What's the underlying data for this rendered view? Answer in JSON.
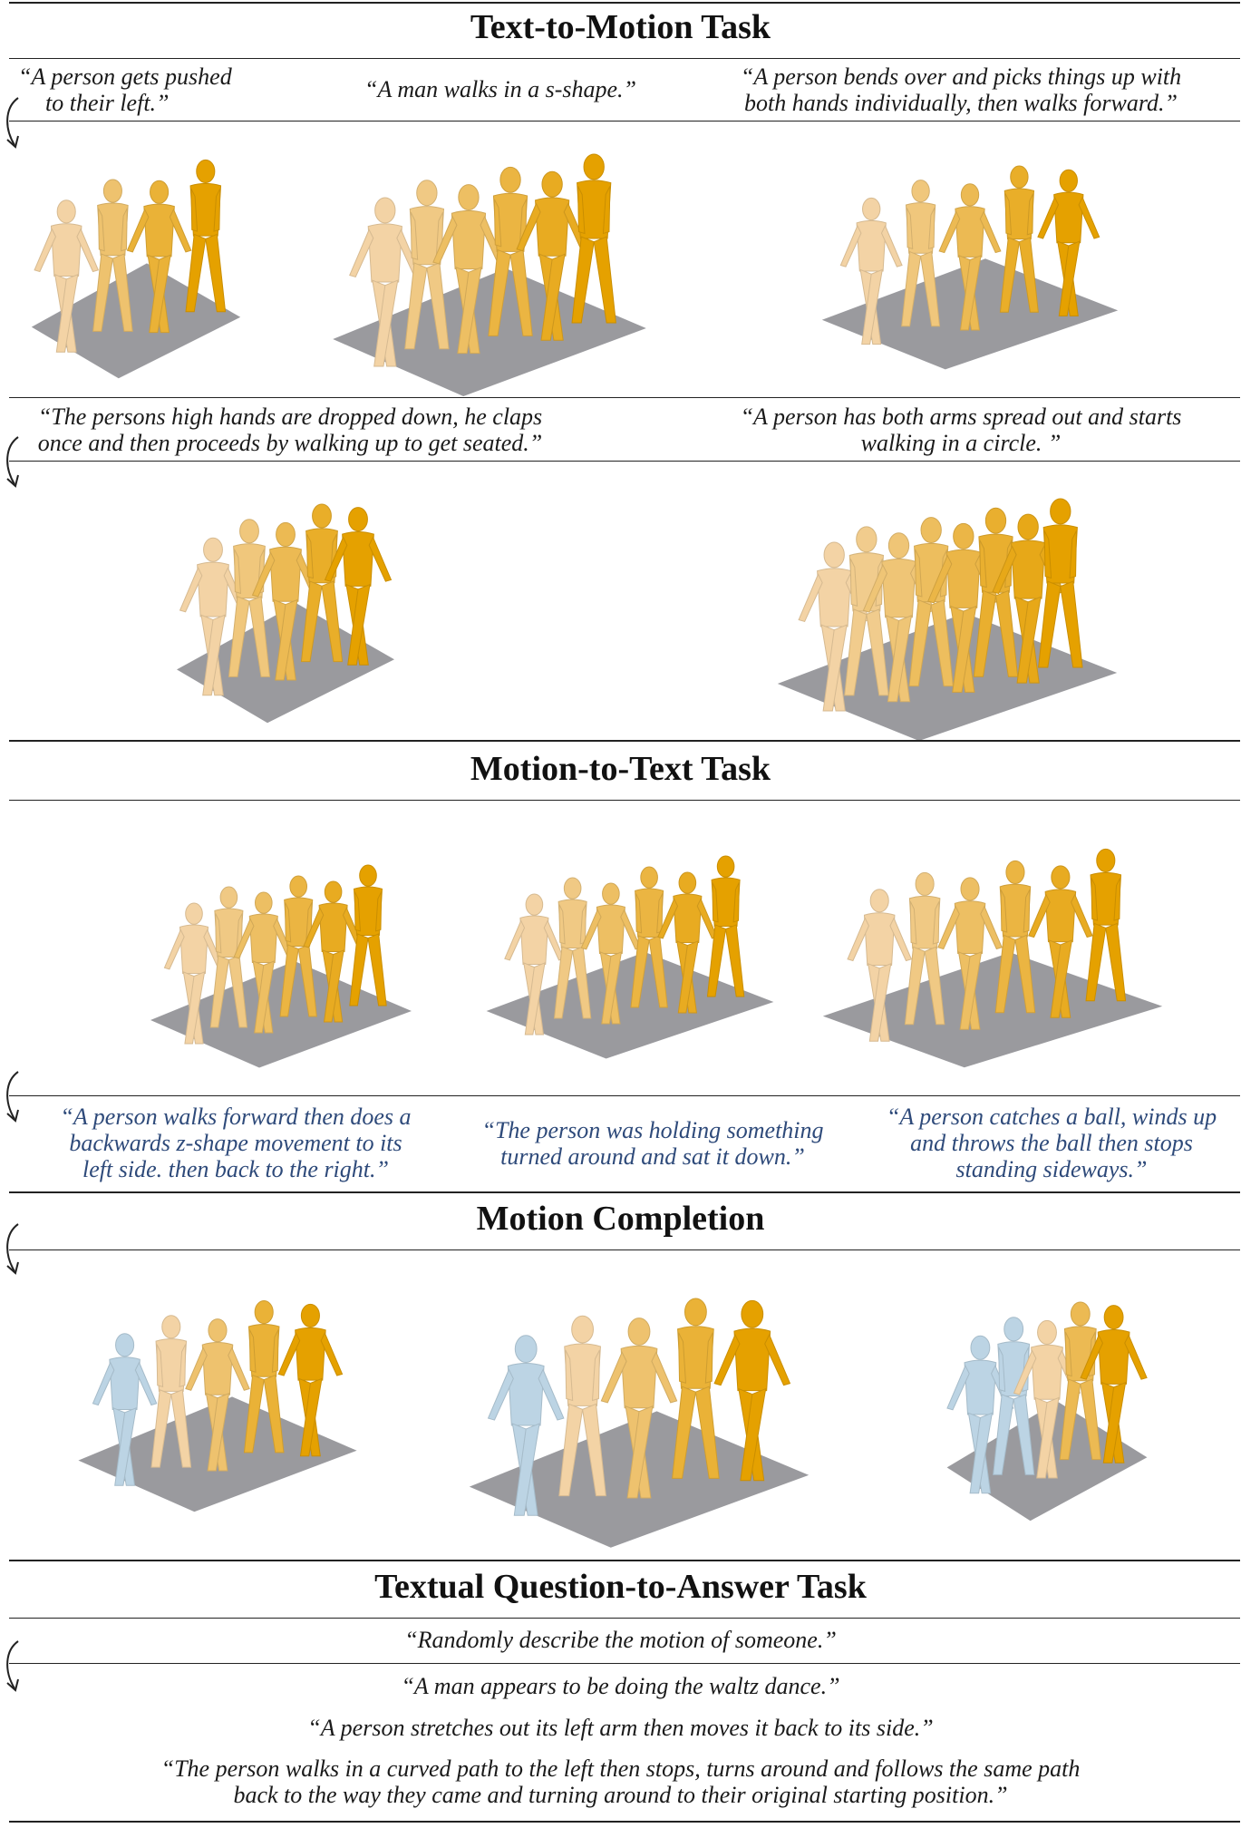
{
  "sections": {
    "t2m": {
      "title": "Text-to-Motion Task",
      "captions": [
        "“A person gets pushed",
        "to their left.”",
        "“A man walks in a s-shape.”",
        "“A person bends over and picks things up with",
        "both hands individually, then walks forward.”",
        "“The persons high hands are dropped down, he claps",
        "once and then proceeds by walking up to get seated.”",
        "“A person has both arms spread out and starts",
        "walking in a circle. ”"
      ]
    },
    "m2t": {
      "title": "Motion-to-Text Task",
      "captions": [
        "“A person walks forward then does a",
        "backwards z-shape movement to its",
        "left side. then back to the right.”",
        "“The person was holding something",
        "turned around and sat it down.”",
        "“A person catches a ball, winds up",
        "and throws the ball then stops",
        "standing sideways.”"
      ]
    },
    "completion": {
      "title": "Motion Completion"
    },
    "qa": {
      "title": "Textual Question-to-Answer Task",
      "question": "“Randomly describe the motion of someone.”",
      "answers": [
        "“A man appears to be doing the waltz dance.”",
        "“A person stretches out its left arm then moves it back to its side.”",
        "“The person walks in a curved path to the left then stops, turns around and follows the same path",
        "back to the way they came and turning around to their original starting position.”"
      ]
    }
  },
  "colors": {
    "figure_dark": "#e5a100",
    "figure_mid": "#efb84a",
    "figure_light": "#f3d3a5",
    "figure_blue": "#bcd4e4",
    "floor": "#8f8f93",
    "caption_blue": "#2e4a7a"
  }
}
